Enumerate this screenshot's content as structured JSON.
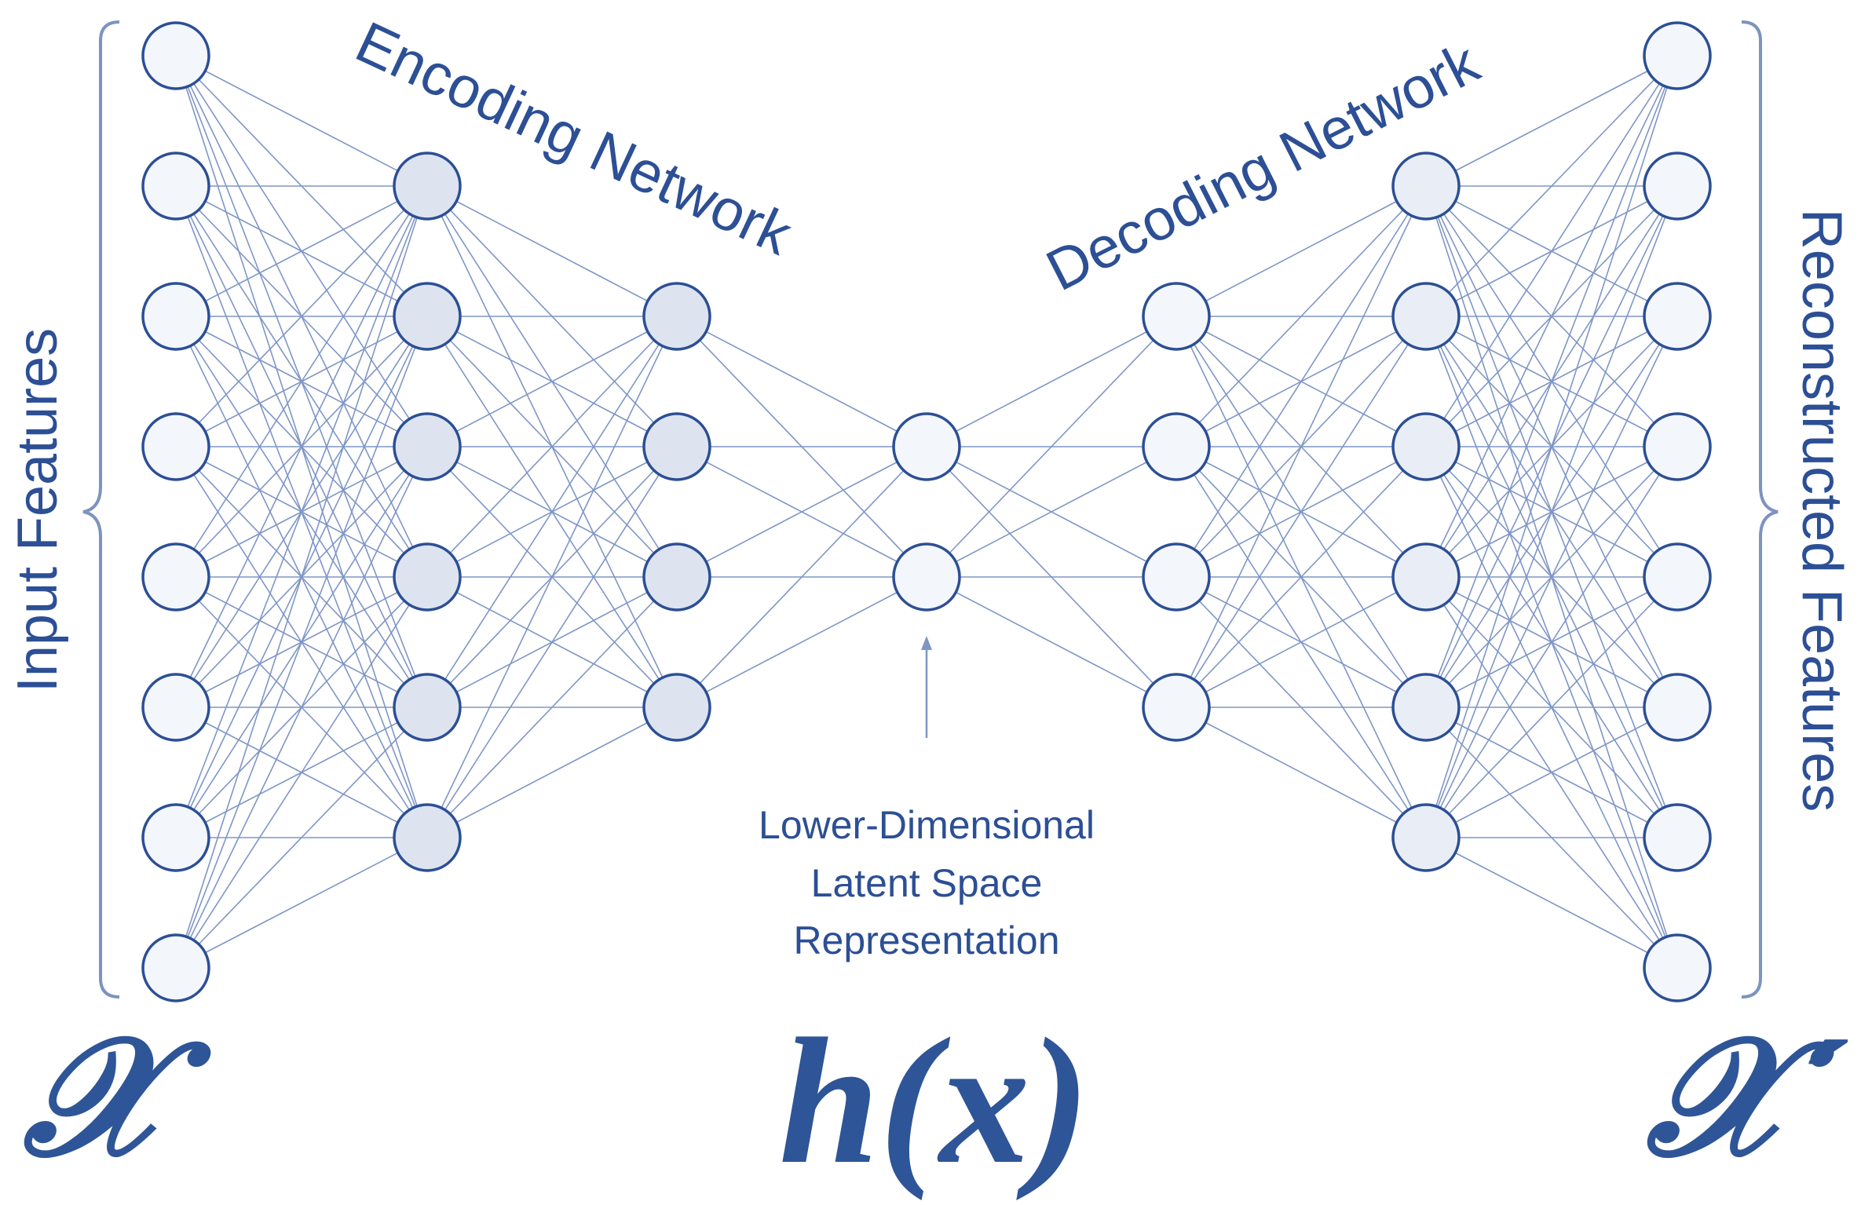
{
  "labels": {
    "input_features": "Input Features",
    "reconstructed_features": "Reconstructed Features",
    "encoding_network": "Encoding Network",
    "decoding_network": "Decoding Network",
    "latent_line1": "Lower-Dimensional",
    "latent_line2": "Latent Space",
    "latent_line3": "Representation"
  },
  "symbols": {
    "input": "𝒳",
    "latent": "h(x)",
    "output": "𝒳´"
  },
  "layers": [
    {
      "name": "input",
      "nodes": 8,
      "shade": "light"
    },
    {
      "name": "encoder-hidden-1",
      "nodes": 6,
      "shade": "dark"
    },
    {
      "name": "encoder-hidden-2",
      "nodes": 4,
      "shade": "dark"
    },
    {
      "name": "latent",
      "nodes": 2,
      "shade": "light"
    },
    {
      "name": "decoder-hidden-1",
      "nodes": 4,
      "shade": "light"
    },
    {
      "name": "decoder-hidden-2",
      "nodes": 6,
      "shade": "medium"
    },
    {
      "name": "output",
      "nodes": 8,
      "shade": "light"
    }
  ],
  "colors": {
    "line": "#2c4f95",
    "edge": "#7f96c6",
    "node_light": "#f3f6fb",
    "node_medium": "#e9eef6",
    "node_dark": "#dde4f0"
  }
}
